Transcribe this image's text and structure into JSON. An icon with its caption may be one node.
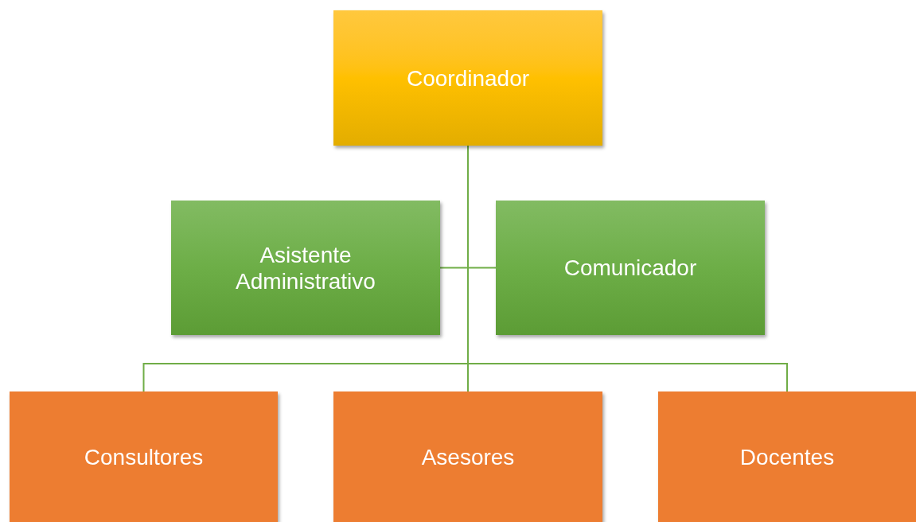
{
  "diagram": {
    "nodes": [
      {
        "text": [
          "Coordinador"
        ]
      },
      {
        "text": [
          "Asistente Administrativo"
        ]
      },
      {
        "text": [
          "Comunicador"
        ]
      },
      {
        "text": [
          "Consultores"
        ]
      },
      {
        "text": [
          "Asesores"
        ]
      },
      {
        "text": [
          "Docentes"
        ]
      }
    ],
    "edges": [
      {
        "from": 0,
        "to": 1,
        "arrow": "none"
      },
      {
        "from": 0,
        "to": 2,
        "arrow": "none"
      },
      {
        "from": 0,
        "to": 3,
        "arrow": "none"
      },
      {
        "from": 0,
        "to": 4,
        "arrow": "none"
      },
      {
        "from": 0,
        "to": 5,
        "arrow": "none"
      }
    ]
  }
}
